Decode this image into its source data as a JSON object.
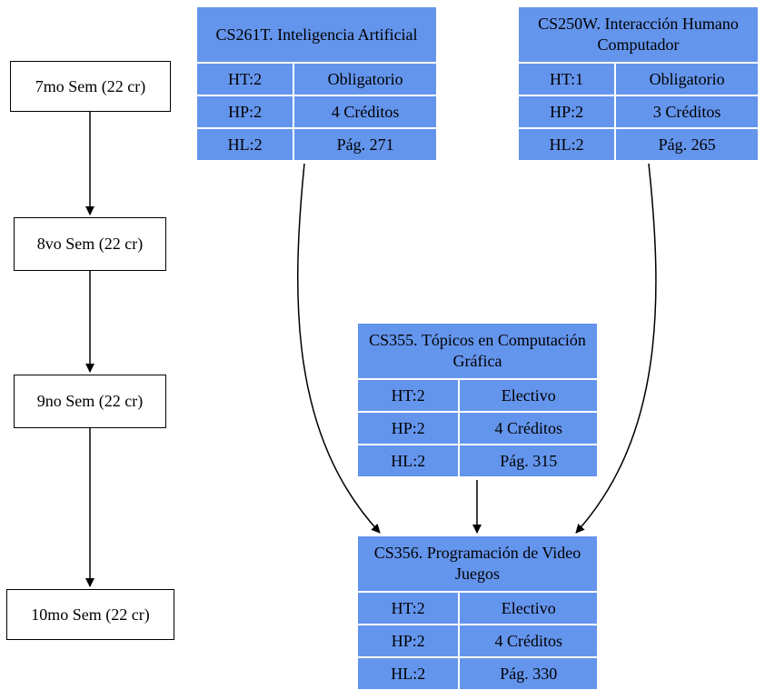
{
  "semesters": [
    {
      "label": "7mo Sem (22 cr)"
    },
    {
      "label": "8vo Sem (22 cr)"
    },
    {
      "label": "9no Sem (22 cr)"
    },
    {
      "label": "10mo Sem (22 cr)"
    }
  ],
  "courses": {
    "cs261t": {
      "title": "CS261T. Inteligencia Artificial",
      "ht": "HT:2",
      "type": "Obligatorio",
      "hp": "HP:2",
      "credits": "4 Créditos",
      "hl": "HL:2",
      "page": "Pág. 271"
    },
    "cs250w": {
      "title": "CS250W. Interacción Humano Computador",
      "ht": "HT:1",
      "type": "Obligatorio",
      "hp": "HP:2",
      "credits": "3 Créditos",
      "hl": "HL:2",
      "page": "Pág. 265"
    },
    "cs355": {
      "title": "CS355. Tópicos en Computación Gráfica",
      "ht": "HT:2",
      "type": "Electivo",
      "hp": "HP:2",
      "credits": "4 Créditos",
      "hl": "HL:2",
      "page": "Pág. 315"
    },
    "cs356": {
      "title": "CS356. Programación de Video Juegos",
      "ht": "HT:2",
      "type": "Electivo",
      "hp": "HP:2",
      "credits": "4 Créditos",
      "hl": "HL:2",
      "page": "Pág. 330"
    }
  },
  "colors": {
    "node_fill": "#6495ed",
    "separator": "#ffffff",
    "edge": "#000000"
  }
}
